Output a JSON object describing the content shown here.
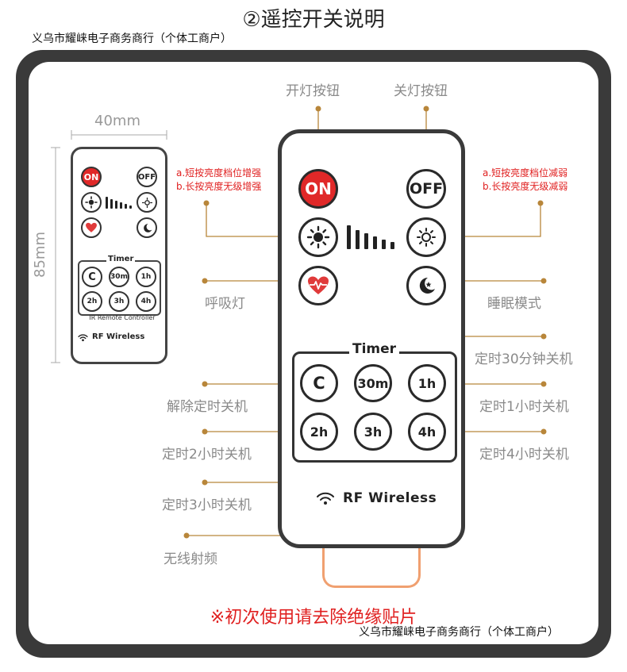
{
  "header": {
    "title": "②遥控开关说明",
    "shop_name_top": "义乌市耀崃电子商务商行（个体工商户）",
    "shop_name_bottom": "义乌市耀崃电子商务商行（个体工商户）"
  },
  "dimensions": {
    "width": "40mm",
    "height": "85mm"
  },
  "labels": {
    "on_button": "开灯按钮",
    "off_button": "关灯按钮",
    "breathing": "呼吸灯",
    "sleep": "睡眠模式",
    "timer_30m": "定时30分钟关机",
    "cancel_timer": "解除定时关机",
    "timer_1h": "定时1小时关机",
    "timer_2h": "定时2小时关机",
    "timer_4h": "定时4小时关机",
    "timer_3h": "定时3小时关机",
    "wireless": "无线射频"
  },
  "notes": {
    "increase_a": "a.短按亮度档位增强",
    "increase_b": "b.长按亮度无级增强",
    "decrease_a": "a.短按亮度档位减弱",
    "decrease_b": "b.长按亮度无级减弱"
  },
  "remote": {
    "on": "ON",
    "off": "OFF",
    "timer_title": "Timer",
    "timer_buttons": [
      "C",
      "30m",
      "1h",
      "2h",
      "3h",
      "4h"
    ],
    "rf_label": "RF Wireless",
    "ir_label": "IR Remote Controller"
  },
  "warning": "※初次使用请去除绝缘贴片",
  "icons": {
    "brightness_up": "sun-icon",
    "brightness_down": "sun-dim-icon",
    "breathing": "heart-pulse-icon",
    "sleep": "moon-star-icon",
    "wireless": "wifi-icon"
  },
  "colors": {
    "accent_red": "#e02828",
    "leader_gold": "#b8863a",
    "frame": "#3a3a3a",
    "tab_orange": "#f0a070"
  }
}
